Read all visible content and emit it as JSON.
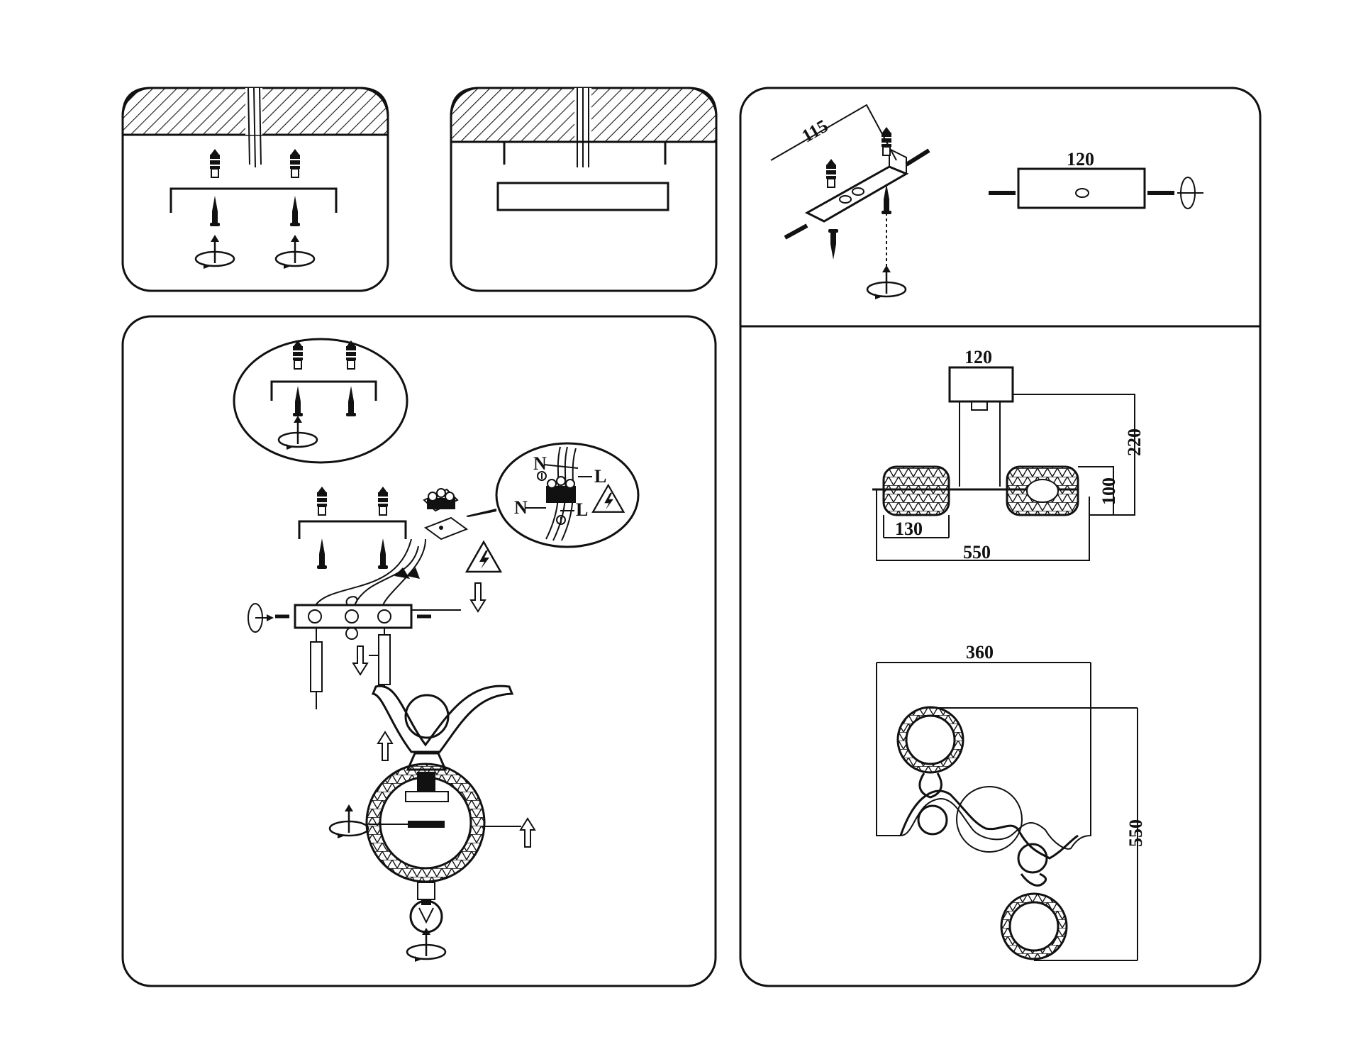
{
  "bracket_detail": {
    "width_label": "115",
    "length_label": "120"
  },
  "side_view": {
    "canopy_width": "120",
    "total_height": "220",
    "shade_height": "100",
    "shade_width": "130",
    "total_width": "550"
  },
  "top_view": {
    "depth": "360",
    "length": "550"
  },
  "wiring_detail": {
    "neutral_label": "N",
    "live_label": "L"
  },
  "colors": {
    "line": "#111111",
    "background": "#ffffff"
  },
  "icons": [
    "wall-plug-icon",
    "screw-icon",
    "rotate-arrow-icon",
    "electric-hazard-icon",
    "terminal-block-icon",
    "ground-icon",
    "light-bulb-icon",
    "hatched-ceiling-icon"
  ]
}
